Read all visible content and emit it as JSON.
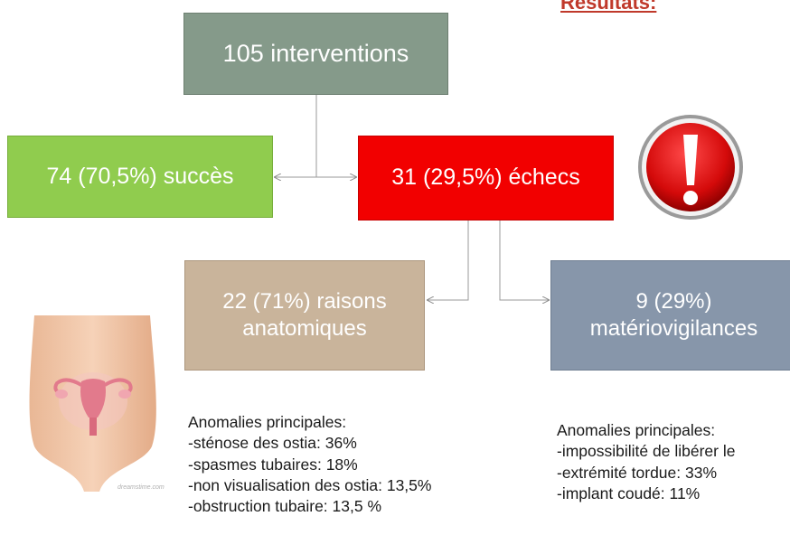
{
  "header": {
    "title": "Résultats:"
  },
  "nodes": {
    "root": "105 interventions",
    "success": "74 (70,5%) succès",
    "failure": "31 (29,5%) échecs",
    "anatomic": "22 (71%) raisons anatomiques",
    "materiovigilance": "9 (29%) matériovigilances"
  },
  "notes_left": {
    "heading": "Anomalies principales:",
    "items": [
      "-sténose des ostia: 36%",
      "-spasmes tubaires: 18%",
      "-non visualisation des ostia: 13,5%",
      "-obstruction tubaire: 13,5 %"
    ]
  },
  "notes_right": {
    "heading": "Anomalies principales:",
    "items": [
      "-impossibilité de libérer le",
      "-extrémité tordue: 33%",
      "-implant coudé: 11%"
    ]
  },
  "images": {
    "warning": "exclamation-warning-icon",
    "illustration": "uterus-illustration",
    "watermark": "dreamstime.com"
  },
  "colors": {
    "root": "#859a8a",
    "success": "#90cc4e",
    "failure": "#f20000",
    "anatomic": "#c9b49b",
    "materiovigilance": "#8796aa",
    "title": "#c0392b"
  }
}
